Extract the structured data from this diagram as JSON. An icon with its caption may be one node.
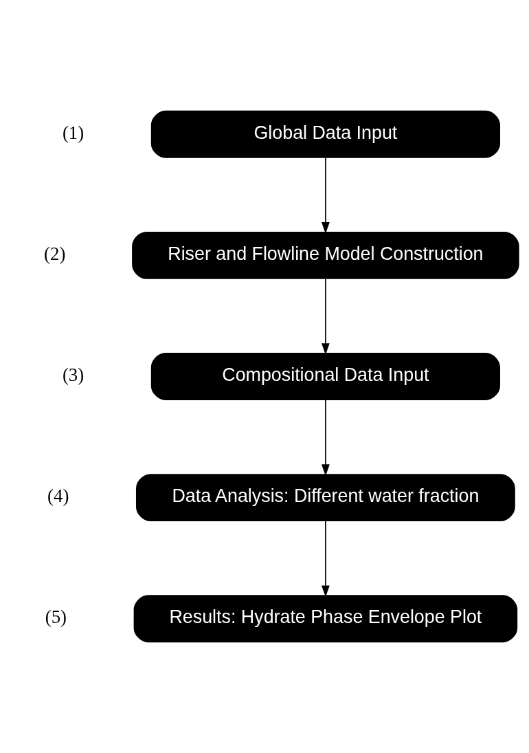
{
  "diagram": {
    "nodes": [
      {
        "text": [
          "Global Data Input"
        ],
        "beside": [
          "(1)"
        ]
      },
      {
        "text": [
          "Riser and Flowline Model Construction"
        ],
        "beside": [
          "(2)"
        ]
      },
      {
        "text": [
          "Compositional Data Input"
        ],
        "beside": [
          "(3)"
        ]
      },
      {
        "text": [
          "Data Analysis: Different water fraction"
        ],
        "beside": [
          "(4)"
        ]
      },
      {
        "text": [
          "Results: Hydrate Phase Envelope Plot"
        ],
        "beside": [
          "(5)"
        ]
      }
    ],
    "edges": [
      {
        "from": 0,
        "to": 1,
        "arrow": "to"
      },
      {
        "from": 1,
        "to": 2,
        "arrow": "to"
      },
      {
        "from": 2,
        "to": 3,
        "arrow": "to"
      },
      {
        "from": 3,
        "to": 4,
        "arrow": "to"
      }
    ]
  }
}
